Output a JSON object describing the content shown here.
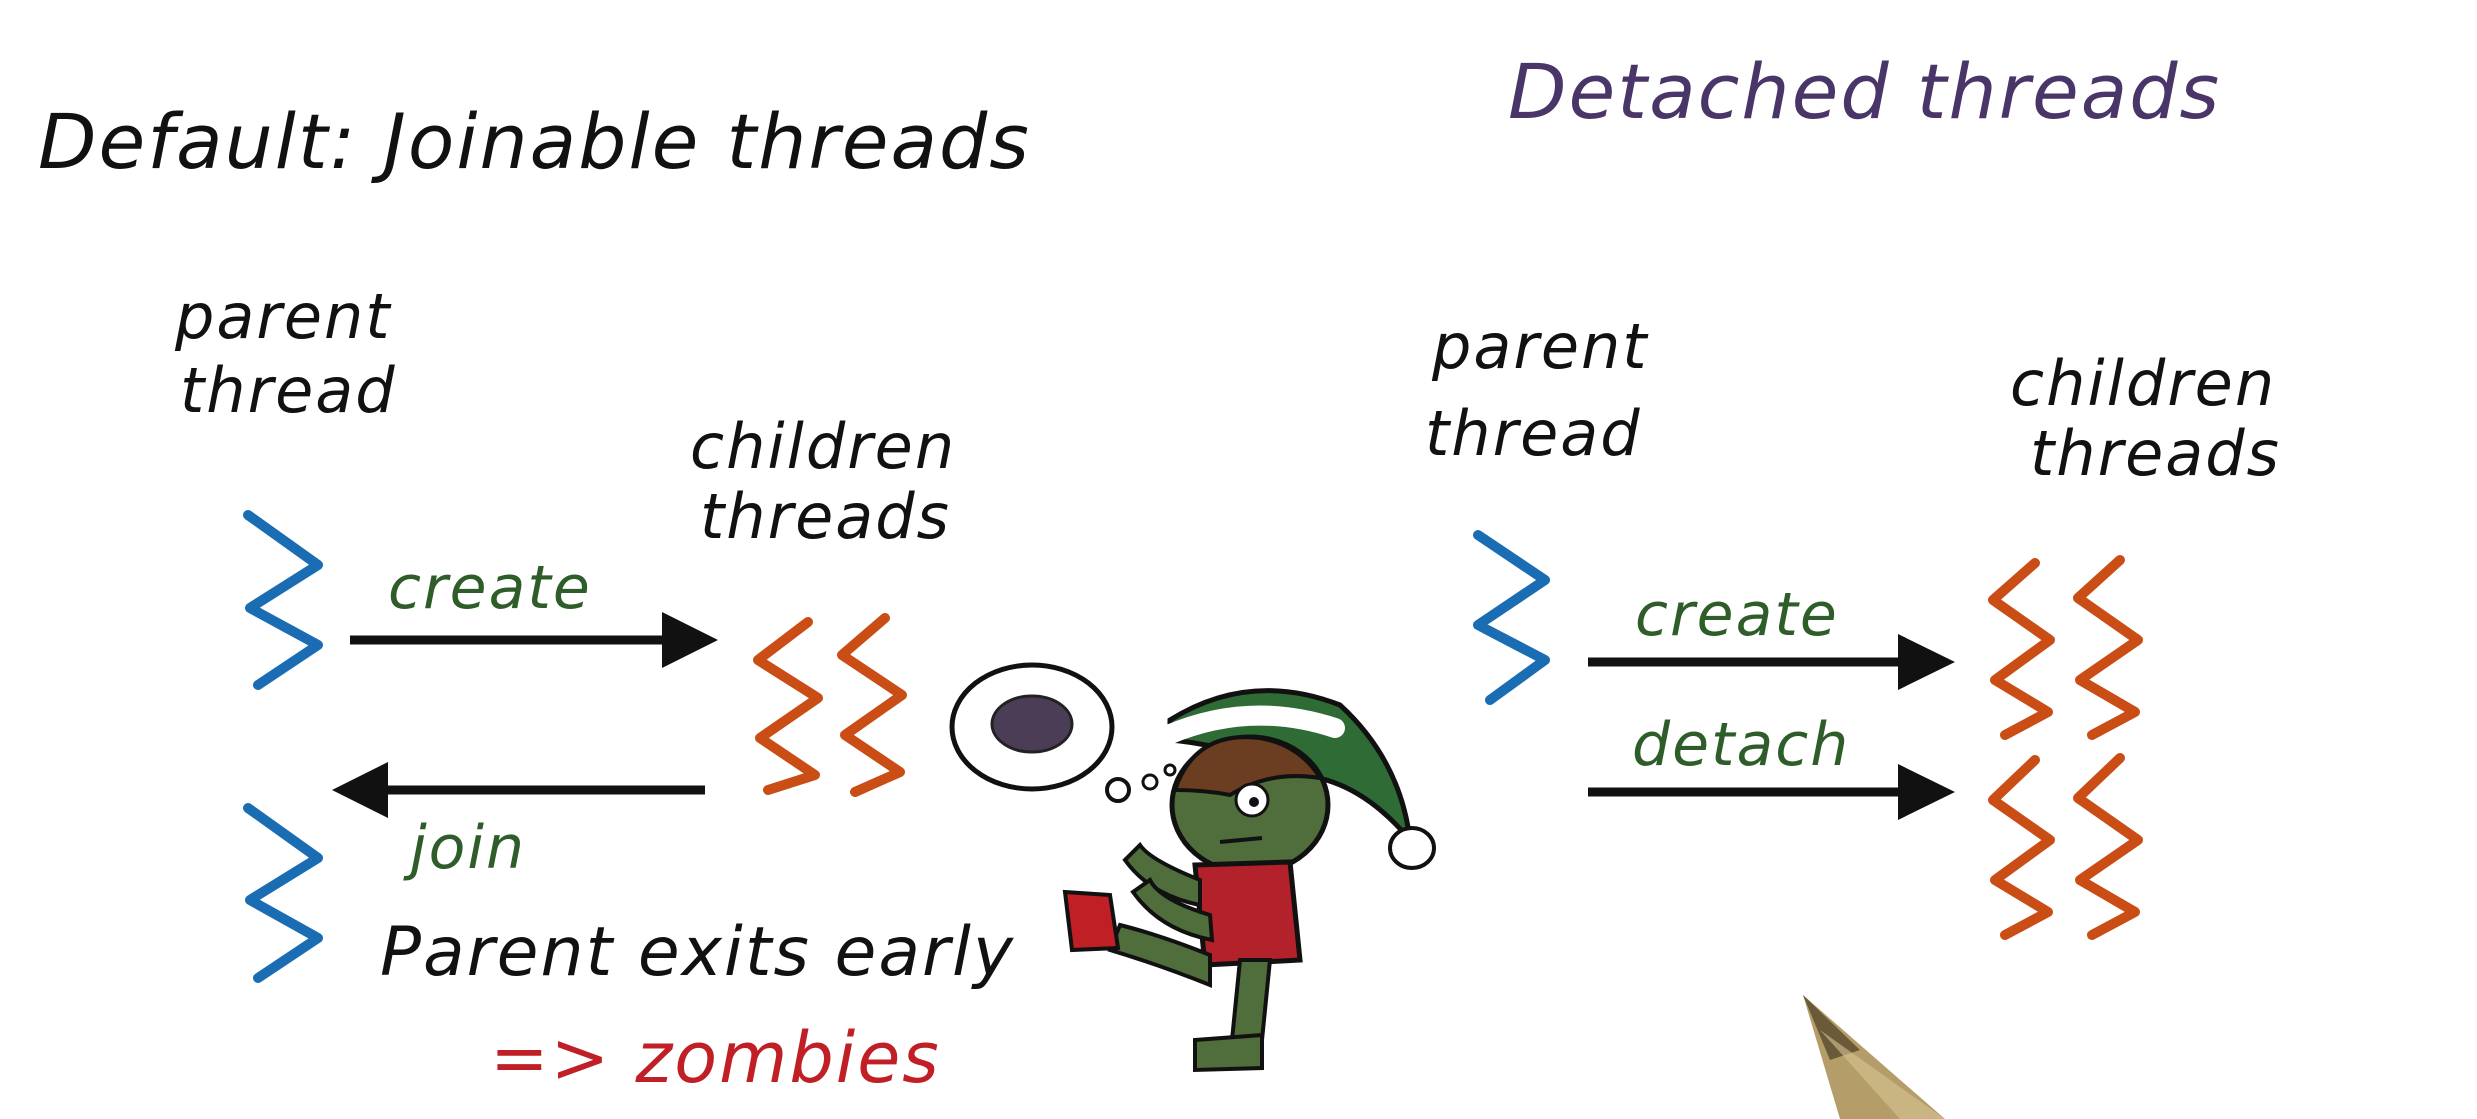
{
  "left_panel": {
    "title": "Default: Joinable threads",
    "parent_label_line1": "parent",
    "parent_label_line2": "thread",
    "children_label_line1": "children",
    "children_label_line2": "threads",
    "create_label": "create",
    "join_label": "join",
    "note_line1": "Parent exits early",
    "note_line2": "=> zombies"
  },
  "right_panel": {
    "title": "Detached threads",
    "parent_label_line1": "parent",
    "parent_label_line2": "thread",
    "children_label_line1": "children",
    "children_label_line2": "threads",
    "create_label": "create",
    "detach_label": "detach"
  },
  "colors": {
    "ink": "#111111",
    "title_purple": "#4a3568",
    "parent_thread_blue": "#1a6db3",
    "child_thread_orange": "#c94d14",
    "action_green": "#2f5d2a",
    "zombie_red": "#c01f26",
    "zombie_skin": "#4f6e3c",
    "zombie_hat": "#2f6b34",
    "zombie_coat": "#b3222a",
    "pen_gold": "#b59d6a"
  },
  "icons": [
    "thread-squiggle-icon",
    "arrow-right-icon",
    "arrow-left-icon",
    "zombie-elf-illustration",
    "brain-thought-bubble-icon",
    "pen-tip-icon"
  ]
}
